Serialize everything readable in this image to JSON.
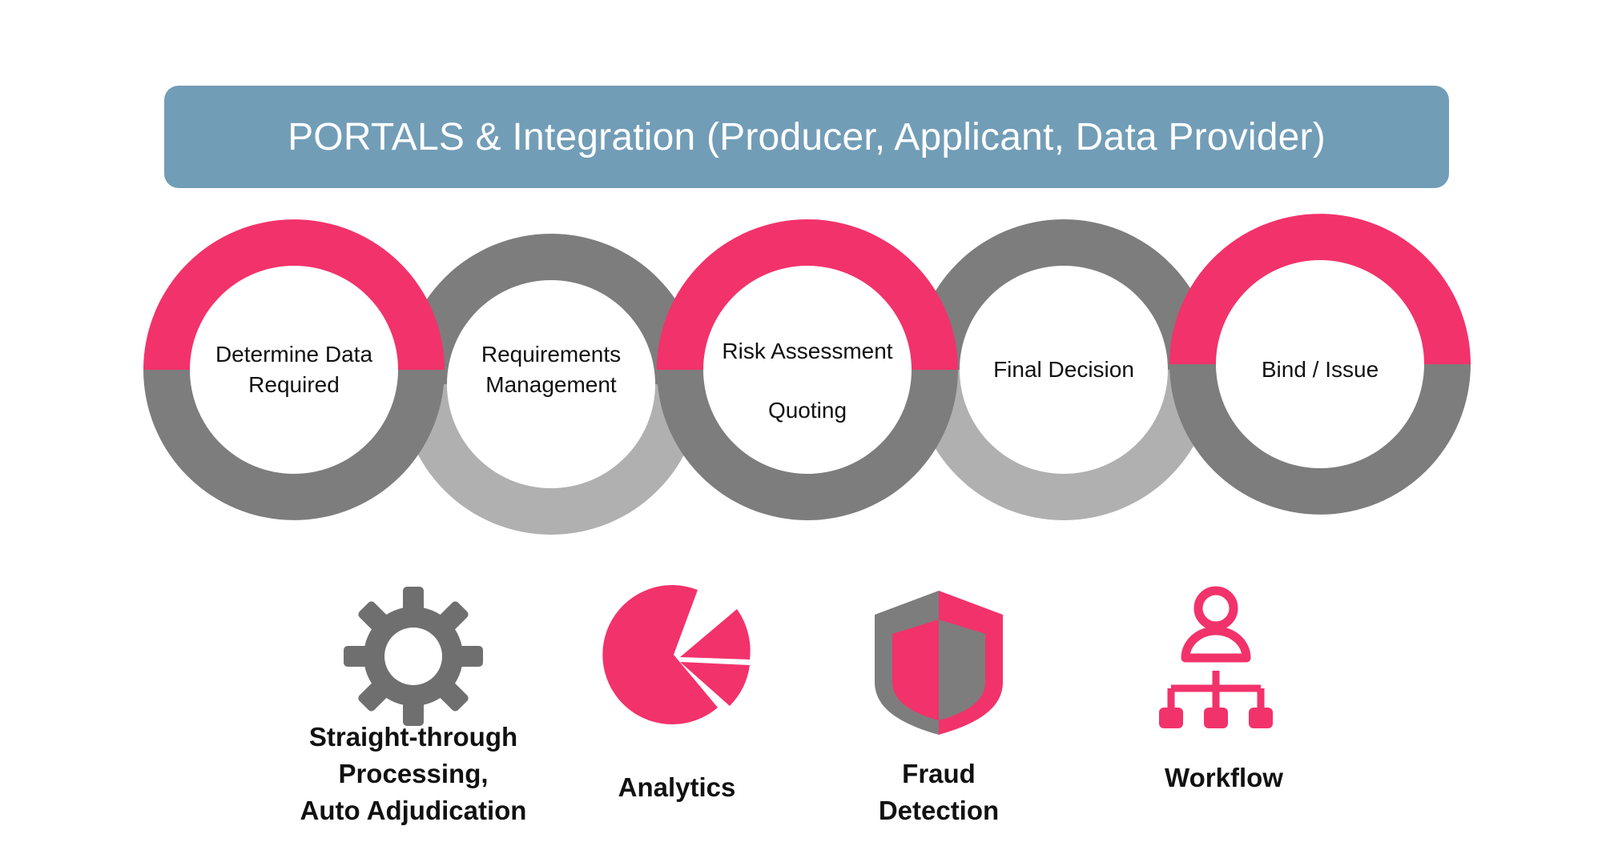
{
  "banner": {
    "title": "PORTALS & Integration (Producer, Applicant, Data Provider)"
  },
  "steps": [
    {
      "lines": [
        "Determine Data",
        "Required"
      ]
    },
    {
      "lines": [
        "Requirements",
        "Management"
      ]
    },
    {
      "lines": [
        "Risk Assessment",
        "Quoting"
      ]
    },
    {
      "lines": [
        "Final Decision"
      ]
    },
    {
      "lines": [
        "Bind / Issue"
      ]
    }
  ],
  "features": [
    {
      "icon": "gear-icon",
      "lines": [
        "Straight-through",
        "Processing,",
        "Auto Adjudication"
      ]
    },
    {
      "icon": "pie-chart-icon",
      "lines": [
        "Analytics"
      ]
    },
    {
      "icon": "shield-icon",
      "lines": [
        "Fraud",
        "Detection"
      ]
    },
    {
      "icon": "org-chart-icon",
      "lines": [
        "Workflow"
      ]
    }
  ],
  "colors": {
    "banner": "#729db7",
    "accent_pink": "#f2326b",
    "dark_gray": "#7d7d7d",
    "light_gray": "#b0b0b0",
    "icon_gray": "#6f6f6f"
  }
}
